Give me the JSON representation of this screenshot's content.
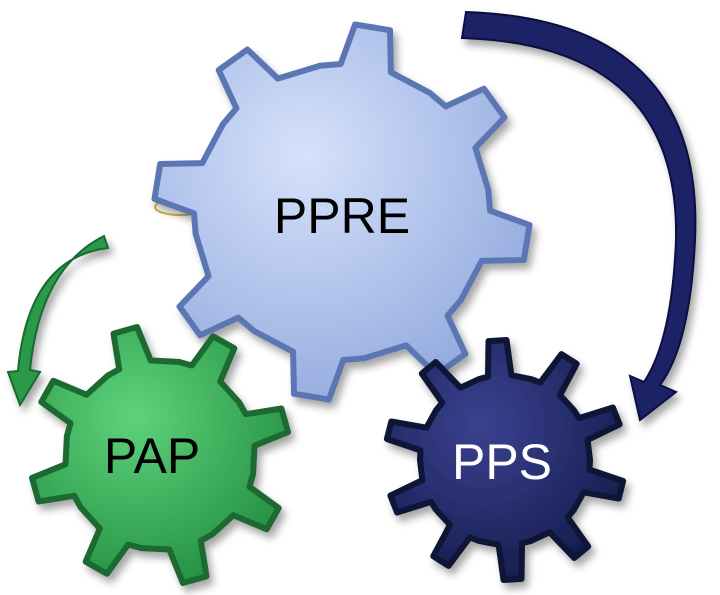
{
  "gears": [
    {
      "id": "ppre",
      "label": "PPRE",
      "fill": "#a9bfea",
      "stroke": "#5b76b3",
      "text_color": "#000000",
      "teeth": 8
    },
    {
      "id": "pap",
      "label": "PAP",
      "fill": "#2fa651",
      "stroke": "#1a6b32",
      "text_color": "#000000",
      "teeth": 8
    },
    {
      "id": "pps",
      "label": "PPS",
      "fill": "#1e2460",
      "stroke": "#0f1236",
      "text_color": "#ffffff",
      "teeth": 10
    }
  ],
  "arrows": [
    {
      "id": "navy",
      "from": "ppre",
      "to": "pps",
      "color": "#1c2366"
    },
    {
      "id": "green",
      "from": "ppre",
      "to": "pap",
      "color": "#2a9a4a"
    }
  ]
}
